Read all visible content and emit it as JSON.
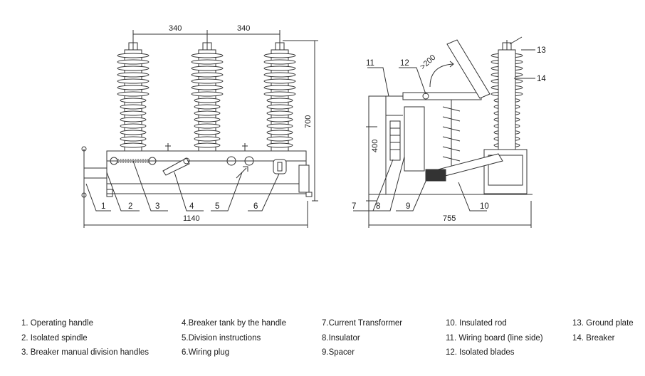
{
  "front_view": {
    "dimensions": {
      "spacing_left": "340",
      "spacing_right": "340",
      "height": "700",
      "width": "1140"
    },
    "callouts": [
      "1",
      "2",
      "3",
      "4",
      "5",
      "6"
    ]
  },
  "side_view": {
    "dimensions": {
      "angle": ">200",
      "height": "400",
      "width": "755"
    },
    "callouts": [
      "7",
      "8",
      "9",
      "10",
      "11",
      "12",
      "13",
      "14"
    ]
  },
  "legend": {
    "col1": [
      "1. Operating handle",
      "2. Isolated spindle",
      "3. Breaker manual division handles"
    ],
    "col2": [
      "4.Breaker tank by the handle",
      "5.Division instructions",
      "6.Wiring plug"
    ],
    "col3": [
      "7.Current Transformer",
      "8.Insulator",
      "9.Spacer"
    ],
    "col4": [
      "10. Insulated rod",
      "11. Wiring board (line side)",
      "12. Isolated blades"
    ],
    "col5": [
      "13. Ground plate",
      "14. Breaker"
    ]
  }
}
